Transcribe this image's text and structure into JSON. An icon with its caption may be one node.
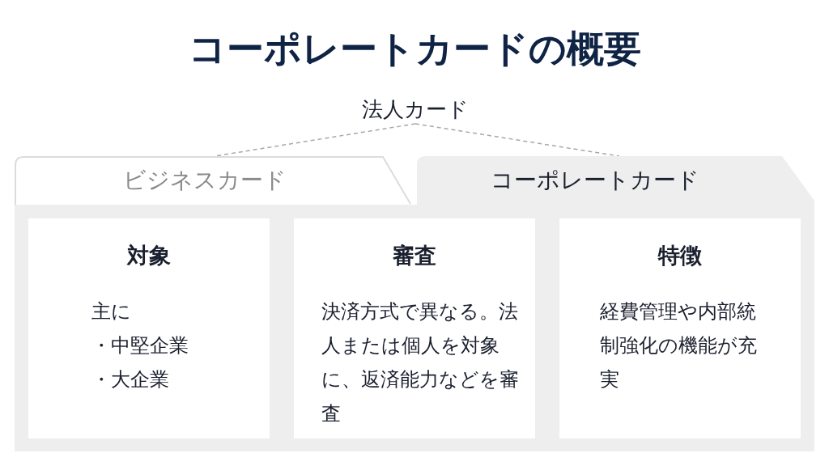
{
  "diagram": {
    "title": "コーポレートカードの概要",
    "nodes": [
      {
        "text": [
          "法人カード"
        ]
      },
      {
        "text": [
          "ビジネスカード"
        ]
      },
      {
        "text": [
          "コーポレートカード"
        ]
      },
      {
        "text": [
          "対象",
          "主に",
          "・中堅企業",
          "・大企業"
        ],
        "in": 2
      },
      {
        "text": [
          "審査",
          "決済方式で異なる。法人または個人を対象に、返済能力などを審査"
        ],
        "in": 2
      },
      {
        "text": [
          "特徴",
          "経費管理や内部統制強化の機能が充実"
        ],
        "in": 2
      }
    ],
    "edges": [
      {
        "from": 0,
        "to": 1,
        "arrow": "none",
        "style": "dashed"
      },
      {
        "from": 0,
        "to": 2,
        "arrow": "none",
        "style": "dashed"
      }
    ]
  }
}
